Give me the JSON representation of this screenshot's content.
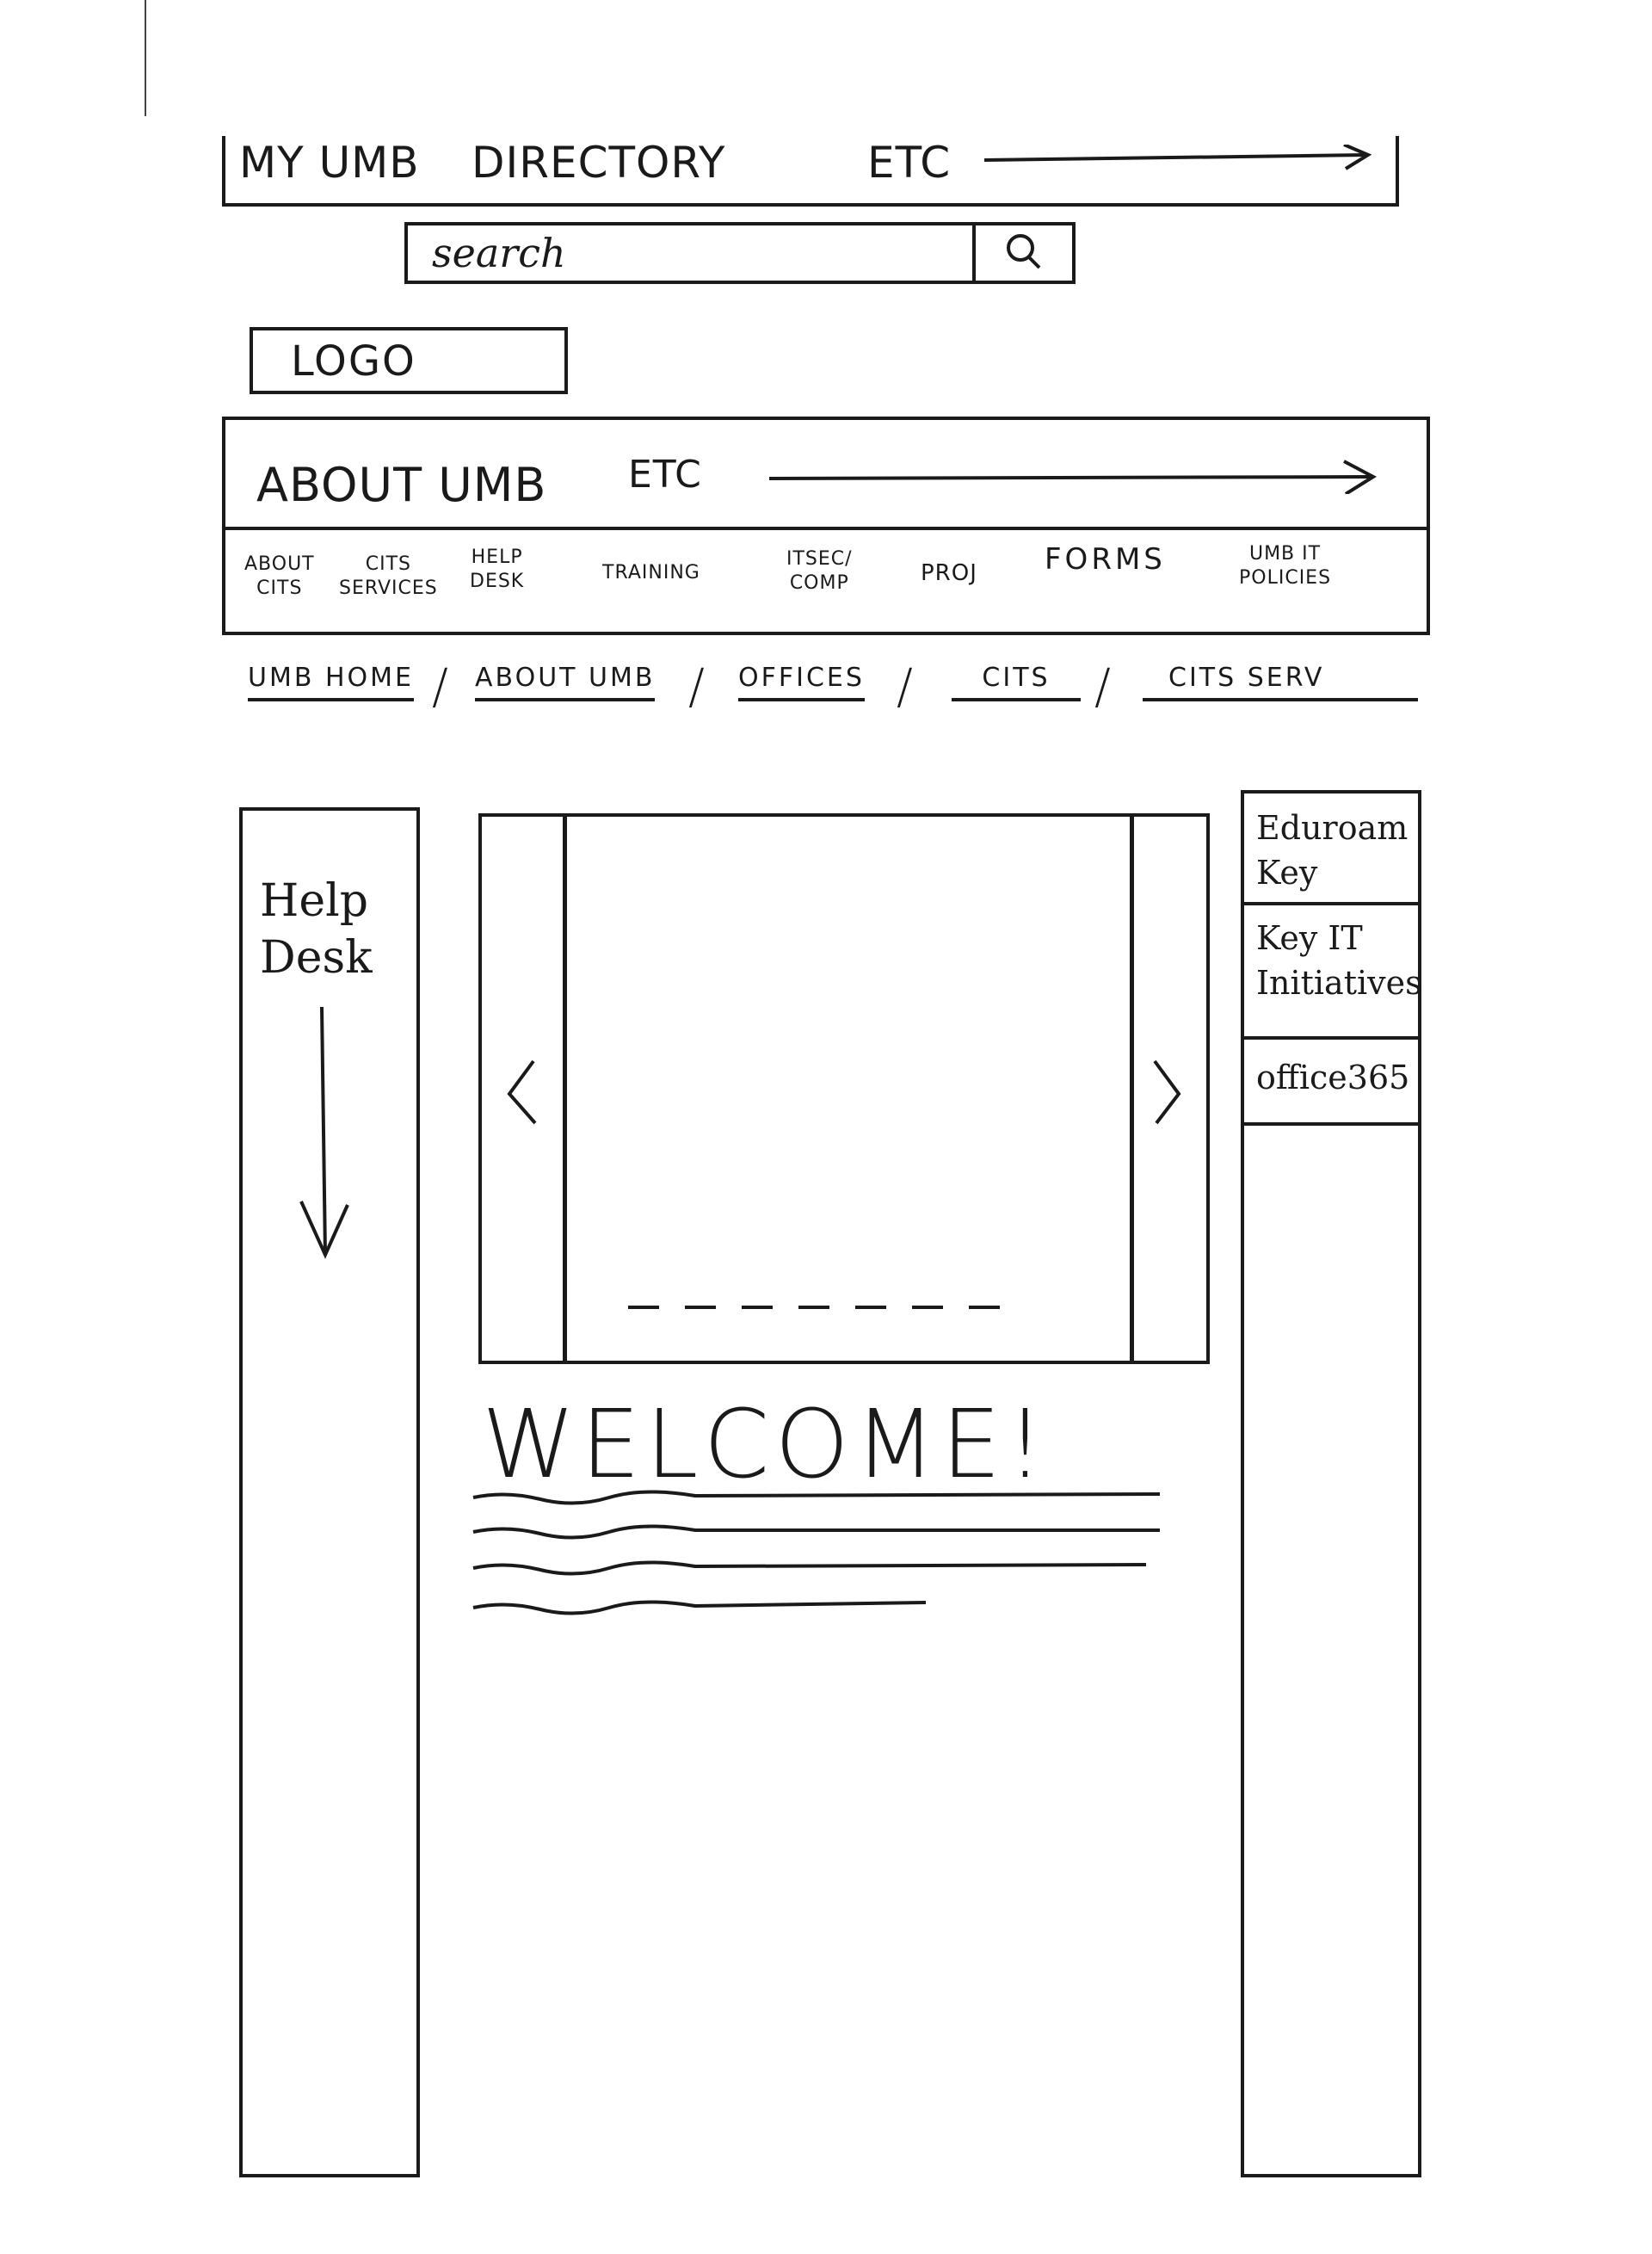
{
  "utility_bar": {
    "links": [
      "MY UMB",
      "DIRECTORY",
      "ETC"
    ]
  },
  "search": {
    "placeholder": "search",
    "icon": "search-icon"
  },
  "logo": {
    "text": "LOGO"
  },
  "main_nav": {
    "primary": [
      "ABOUT UMB",
      "ETC"
    ],
    "secondary": [
      {
        "line1": "ABOUT",
        "line2": "CITS"
      },
      {
        "line1": "CITS",
        "line2": "SERVICES"
      },
      {
        "line1": "HELP",
        "line2": "DESK"
      },
      {
        "line1": "TRAINING",
        "line2": ""
      },
      {
        "line1": "ITSEC/",
        "line2": "COMP"
      },
      {
        "line1": "PROJ",
        "line2": ""
      },
      {
        "line1": "FORMS",
        "line2": ""
      },
      {
        "line1": "UMB IT",
        "line2": "POLICIES"
      }
    ]
  },
  "breadcrumb": [
    "UMB HOME",
    "ABOUT UMB",
    "OFFICES",
    "CITS",
    "CITS SERV"
  ],
  "left_sidebar": {
    "title_line1": "Help",
    "title_line2": "Desk",
    "icon": "arrow-down-icon"
  },
  "carousel": {
    "prev_icon": "chevron-left-icon",
    "next_icon": "chevron-right-icon",
    "dots": 7
  },
  "welcome": {
    "title": "WELCOME!"
  },
  "right_sidebar": {
    "items": [
      {
        "line1": "Eduroam",
        "line2": "Key"
      },
      {
        "line1": "Key IT",
        "line2": "Initiatives"
      },
      {
        "line1": "office365",
        "line2": ""
      }
    ]
  }
}
